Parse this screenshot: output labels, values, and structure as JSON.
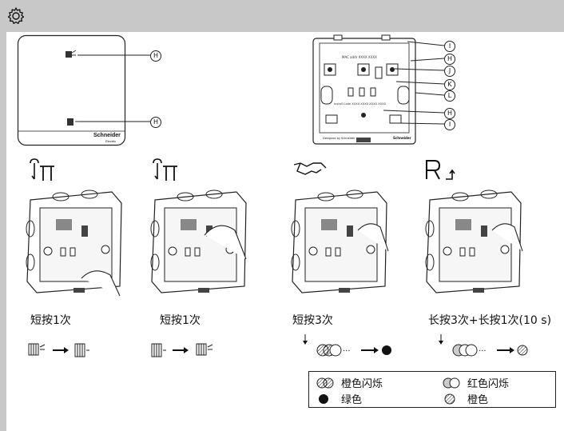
{
  "header": {
    "icon": "gear-icon"
  },
  "callouts": {
    "H1": "H",
    "H2": "H",
    "I1": "I",
    "H3": "H",
    "J": "J",
    "K": "K",
    "L": "L",
    "H4": "H",
    "I2": "I"
  },
  "device": {
    "brand": "Schneider",
    "brand_sub": "Electric",
    "back_text": "MAC addr XXXX XXXX",
    "install_code": "Install Code XXXX XXXX XXXX XXXX",
    "designed": "Designed by Schneider"
  },
  "steps": [
    {
      "label": "短按1次",
      "icon": "tap-icon"
    },
    {
      "label": "短按1次",
      "icon": "tap-icon"
    },
    {
      "label": "短按3次",
      "icon": "handshake-icon"
    },
    {
      "label": "长按3次+长按1次(10 s)",
      "icon": "reset-icon"
    }
  ],
  "sequences": {
    "dots": "···"
  },
  "legend": [
    {
      "label": "橙色闪烁",
      "icon": "orange-blink-icon"
    },
    {
      "label": "红色闪烁",
      "icon": "red-blink-icon"
    },
    {
      "label": "绿色",
      "icon": "green-dot-icon"
    },
    {
      "label": "橙色",
      "icon": "orange-dot-icon"
    }
  ]
}
